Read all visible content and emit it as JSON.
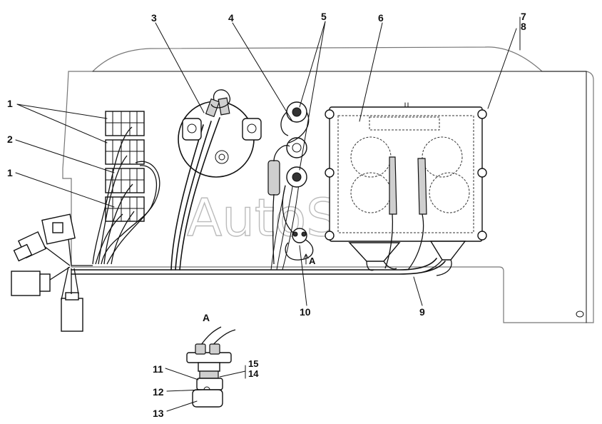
{
  "watermark": "AutoSoft",
  "view_label": "A",
  "view_arrow_label": "A",
  "callouts": [
    {
      "id": "c1a",
      "text": "1"
    },
    {
      "id": "c2",
      "text": "2"
    },
    {
      "id": "c1b",
      "text": "1"
    },
    {
      "id": "c3",
      "text": "3"
    },
    {
      "id": "c4",
      "text": "4"
    },
    {
      "id": "c5",
      "text": "5"
    },
    {
      "id": "c6",
      "text": "6"
    },
    {
      "id": "c7",
      "text": "7"
    },
    {
      "id": "c8",
      "text": "8"
    },
    {
      "id": "c9",
      "text": "9"
    },
    {
      "id": "c10",
      "text": "10"
    },
    {
      "id": "c11",
      "text": "11"
    },
    {
      "id": "c12",
      "text": "12"
    },
    {
      "id": "c13",
      "text": "13"
    },
    {
      "id": "c14",
      "text": "14"
    },
    {
      "id": "c15",
      "text": "15"
    }
  ]
}
